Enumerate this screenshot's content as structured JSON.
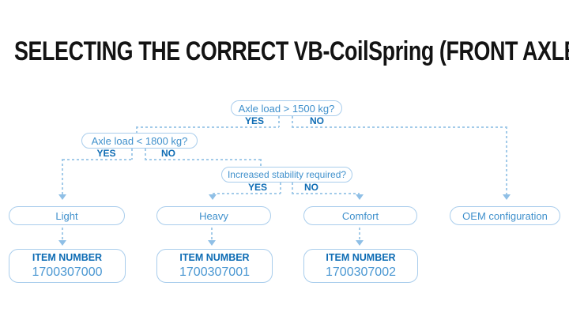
{
  "title": "SELECTING THE CORRECT VB-CoilSpring (FRONT AXLE)",
  "colors": {
    "title_text": "#131313",
    "question_text": "#3f90cc",
    "yes_no_text": "#0e6cb4",
    "item_label_text": "#0e6cb4",
    "item_number_text": "#4a97d2",
    "box_border": "#a9cdec",
    "connector_dashes": "#a3cbe9",
    "arrowhead": "#8fbfe6",
    "background": "#ffffff"
  },
  "flowchart": {
    "decisions": [
      {
        "question": "Axle load > 1500 kg?",
        "yes": "YES",
        "no": "NO"
      },
      {
        "question": "Axle load < 1800 kg?",
        "yes": "YES",
        "no": "NO"
      },
      {
        "question": "Increased stability required?",
        "yes": "YES",
        "no": "NO"
      }
    ],
    "outcomes": [
      {
        "label": "Light"
      },
      {
        "label": "Heavy"
      },
      {
        "label": "Comfort"
      },
      {
        "label": "OEM configuration"
      }
    ],
    "items": [
      {
        "label": "ITEM NUMBER",
        "number": "1700307000"
      },
      {
        "label": "ITEM NUMBER",
        "number": "1700307001"
      },
      {
        "label": "ITEM NUMBER",
        "number": "1700307002"
      }
    ]
  }
}
